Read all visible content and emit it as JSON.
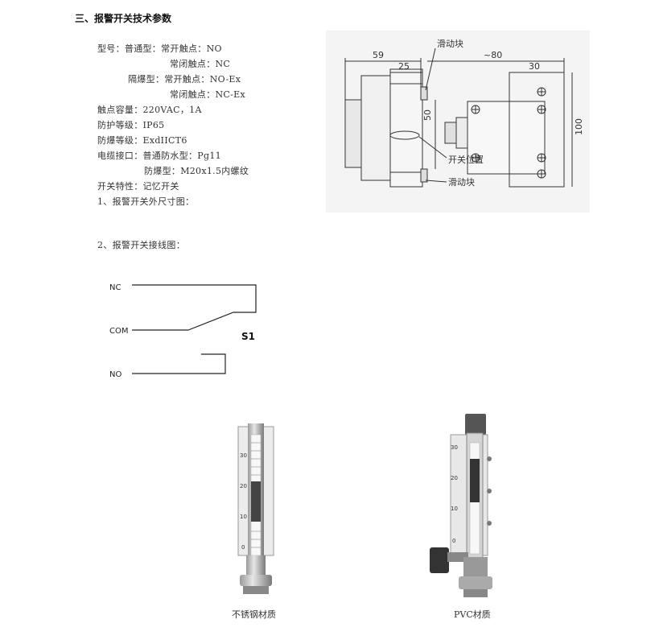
{
  "section": {
    "heading": "三、报警开关技术参数"
  },
  "specs": {
    "model_label": "型号：普通型：常开触点：NO",
    "model_nc": "常闭触点：NC",
    "explosion_no": "隔爆型：常开触点：NO-Ex",
    "explosion_nc": "常闭触点：NC-Ex",
    "capacity": "触点容量：220VAC，1A",
    "protection": "防护等级：IP65",
    "explosion_grade": "防爆等级：ExdIICT6",
    "cable_normal": "电缆接口：普通防水型：Pg11",
    "cable_explosion": "防爆型：M20x1.5内螺纹",
    "switch_feature": "开关特性：记忆开关",
    "dim_title": "1、报警开关外尺寸图：",
    "wiring_title": "2、报警开关接线图："
  },
  "dimension_drawing": {
    "dim_59": "59",
    "dim_25": "25",
    "dim_80": "~80",
    "dim_30": "30",
    "dim_50": "50",
    "dim_100": "100",
    "slider_top": "滑动块",
    "switch_position": "开关位置",
    "slider_bottom": "滑动块"
  },
  "wiring_diagram": {
    "nc": "NC",
    "com": "COM",
    "no": "NO",
    "switch": "S1"
  },
  "products": {
    "left_caption": "不锈钢材质",
    "right_caption": "PVC材质",
    "left_scale": [
      "30",
      "20",
      "10",
      "0"
    ],
    "right_scale": [
      "30",
      "20",
      "10",
      "0"
    ]
  }
}
